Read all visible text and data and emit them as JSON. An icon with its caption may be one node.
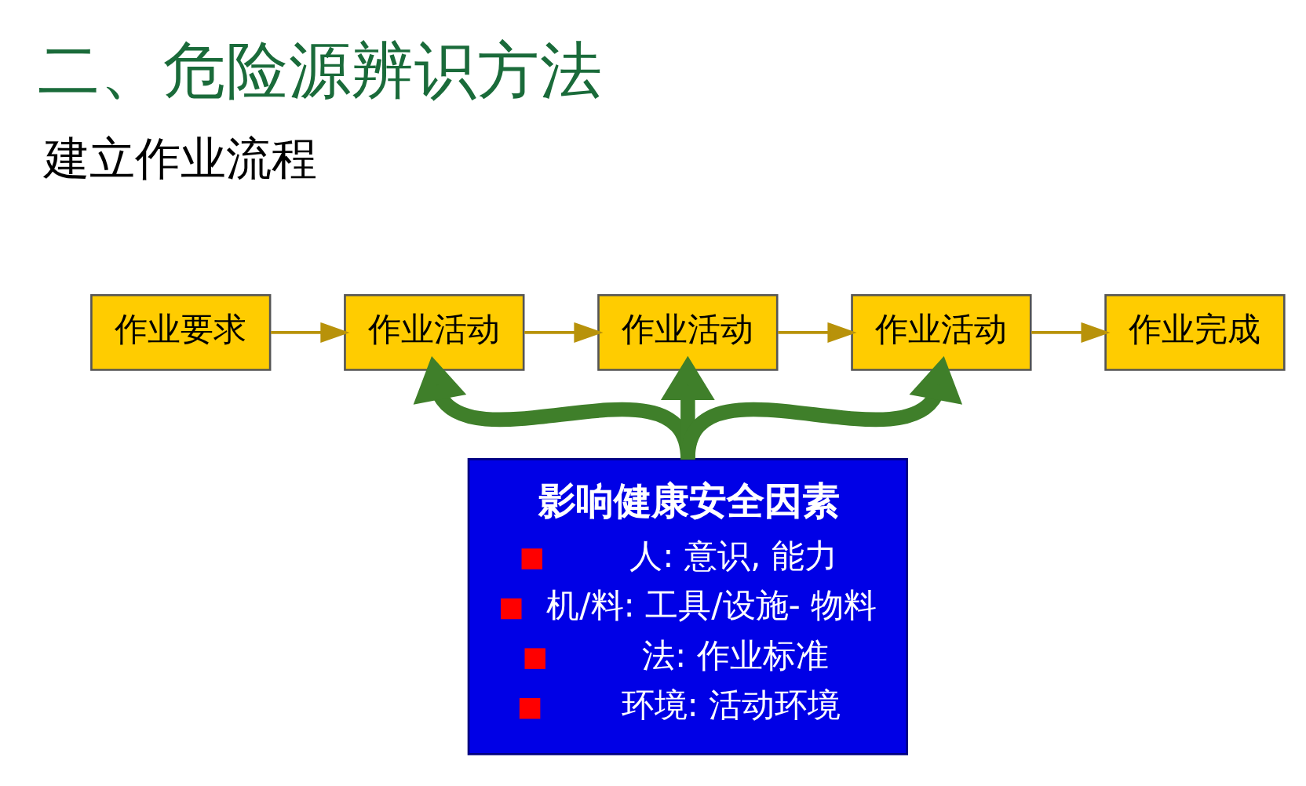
{
  "diagram": {
    "title": "二、危险源辨识方法",
    "nodes": [
      {
        "text": [
          "作业要求"
        ]
      },
      {
        "text": [
          "作业活动"
        ]
      },
      {
        "text": [
          "作业活动"
        ]
      },
      {
        "text": [
          "作业活动"
        ]
      },
      {
        "text": [
          "作业完成"
        ]
      },
      {
        "text": [
          "影响健康安全因素",
          "人: 意识, 能力",
          "机/料: 工具/设施- 物料",
          "法: 作业标准",
          "环境: 活动环境"
        ]
      }
    ],
    "edges": [
      {
        "from": 0,
        "to": 1,
        "arrow": "to"
      },
      {
        "from": 1,
        "to": 2,
        "arrow": "to"
      },
      {
        "from": 2,
        "to": 3,
        "arrow": "to"
      },
      {
        "from": 3,
        "to": 4,
        "arrow": "to"
      },
      {
        "from": 5,
        "to": 1,
        "arrow": "to",
        "style": "thick",
        "color": "#3f7f2a"
      },
      {
        "from": 5,
        "to": 2,
        "arrow": "to",
        "style": "thick",
        "color": "#3f7f2a"
      },
      {
        "from": 5,
        "to": 3,
        "arrow": "to",
        "style": "thick",
        "color": "#3f7f2a"
      }
    ],
    "labels": [
      "建立作业流程"
    ]
  }
}
